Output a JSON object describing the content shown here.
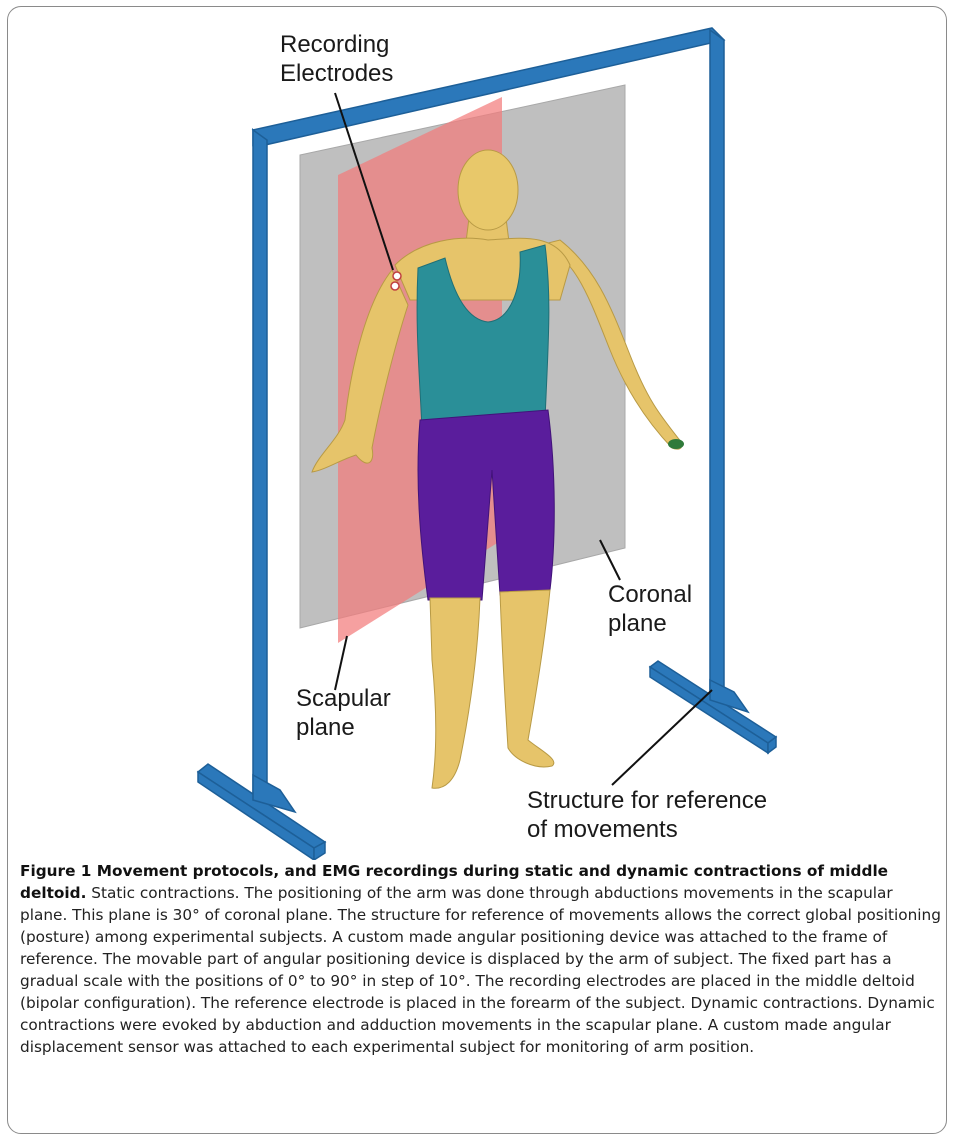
{
  "figure": {
    "labels": {
      "recording_electrodes": [
        "Recording",
        "Electrodes"
      ],
      "coronal_plane": [
        "Coronal",
        "plane"
      ],
      "scapular_plane": [
        "Scapular",
        "plane"
      ],
      "structure": [
        "Structure for reference",
        "of movements"
      ]
    },
    "colors": {
      "frame": "#2a76b8",
      "coronal_plane": "#bdbdbd",
      "scapular_plane": "#f08a8a",
      "skin": "#e8c86a",
      "tank_top": "#2a8f98",
      "shorts": "#5a1d9c"
    }
  },
  "caption": {
    "title": "Figure 1 Movement protocols, and EMG recordings during static and dynamic contractions of middle deltoid.",
    "body": " Static contractions. The positioning of the arm was done through abductions movements in the scapular plane. This plane is 30° of coronal plane. The structure for reference of movements allows the correct global positioning (posture) among experimental subjects. A custom made angular positioning device was attached to the frame of reference. The movable part of angular positioning device is displaced by the arm of subject. The fixed part has a gradual scale with the positions of 0° to 90° in step of 10°. The recording electrodes are placed in the middle deltoid (bipolar configuration). The reference electrode is placed in the forearm of the subject. Dynamic contractions. Dynamic contractions were evoked by abduction and adduction movements in the scapular plane. A custom made angular displacement sensor was attached to each experimental subject for monitoring of arm position."
  }
}
